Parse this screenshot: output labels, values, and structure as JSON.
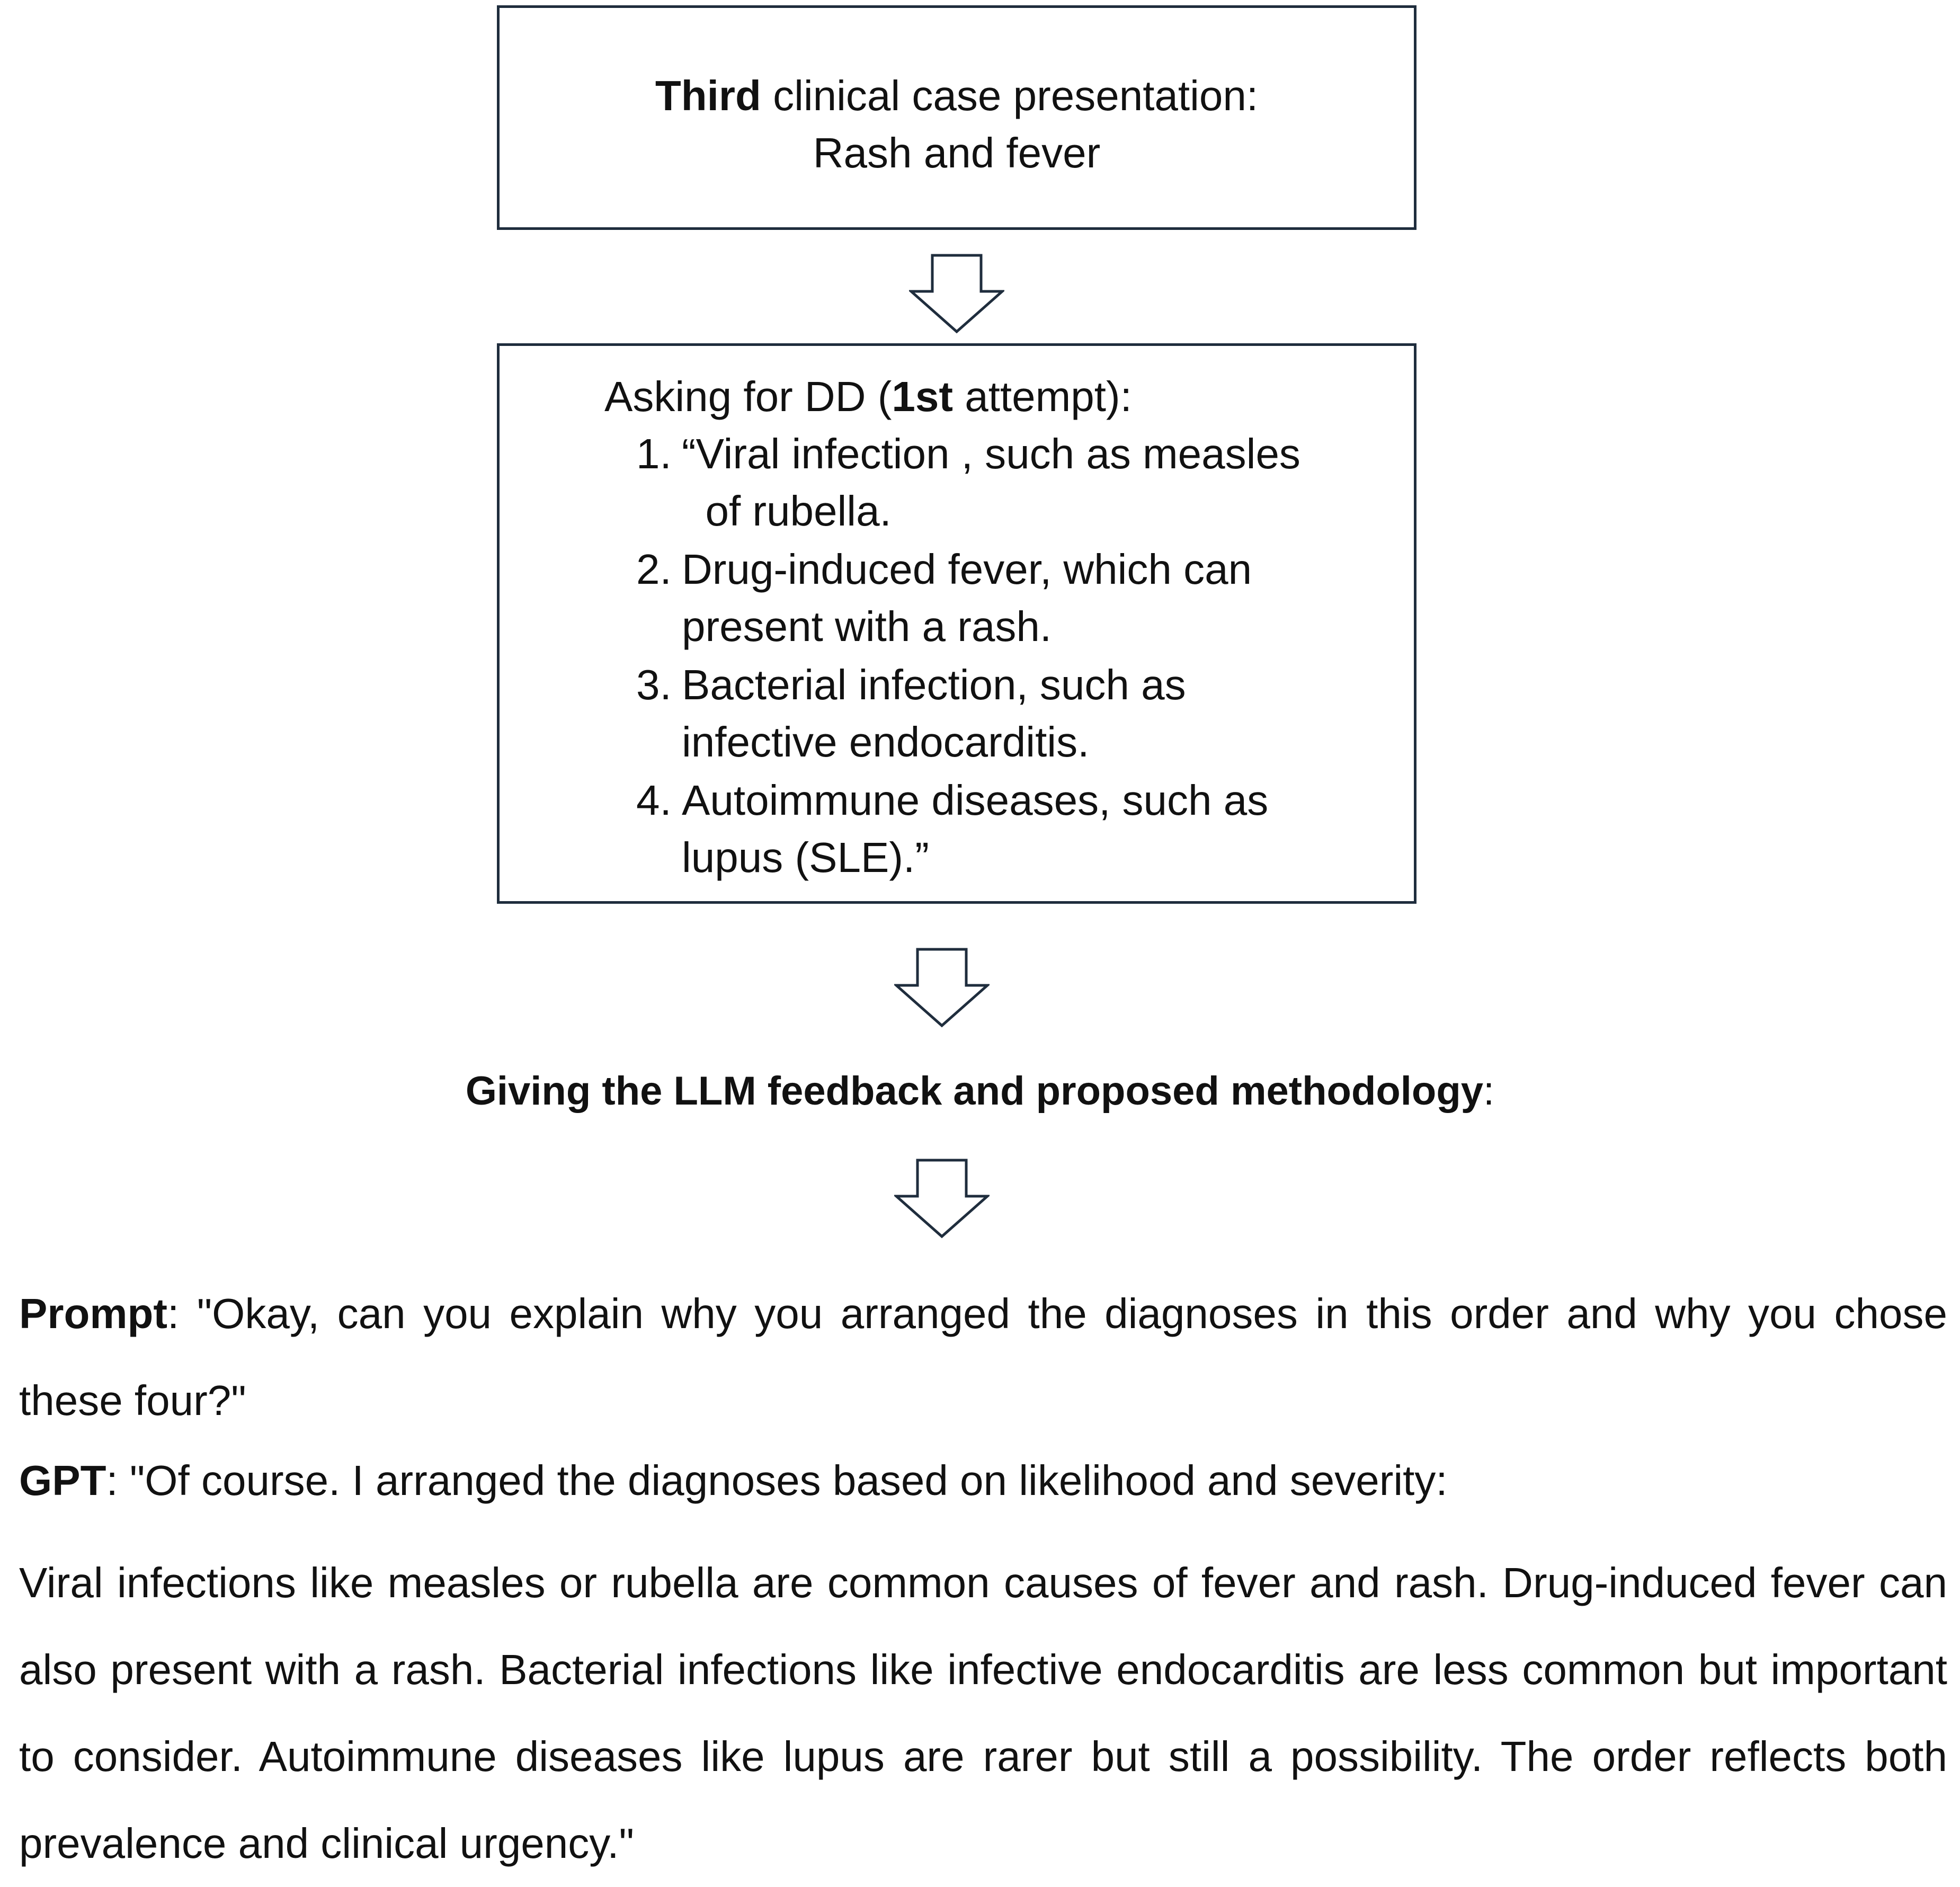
{
  "case_box": {
    "bold_word": "Third",
    "line1_rest": " clinical case presentation:",
    "line2": "Rash and fever"
  },
  "dd_box": {
    "heading_pre": "Asking for DD (",
    "heading_bold": "1st",
    "heading_post": " attempt):",
    "items": [
      {
        "num": "1.",
        "lines": [
          "“Viral infection , such as measles",
          "  of rubella."
        ]
      },
      {
        "num": "2.",
        "lines": [
          "Drug-induced fever, which can",
          "present with a rash."
        ]
      },
      {
        "num": "3.",
        "lines": [
          "Bacterial infection, such as",
          "infective endocarditis."
        ]
      },
      {
        "num": "4.",
        "lines": [
          "Autoimmune diseases, such as",
          "lupus (SLE).”"
        ]
      }
    ]
  },
  "feedback": {
    "bold_text": "Giving the LLM feedback and proposed methodology",
    "suffix": ":"
  },
  "prompt": {
    "label": "Prompt",
    "text": ": \"Okay, can you explain why you arranged the diagnoses in this order and why you chose these four?\""
  },
  "gpt": {
    "label": "GPT",
    "text": ": \"Of course. I arranged the diagnoses based on likelihood and severity:"
  },
  "gpt_body": "Viral infections like measles or rubella are common causes of fever and rash. Drug-induced fever can also present with a rash. Bacterial infections like infective endocarditis are less common but important to consider. Autoimmune diseases like lupus are rarer but still a possibility. The order reflects both prevalence and clinical urgency.\"",
  "colors": {
    "box_border": "#1f2d3d",
    "text": "#111111"
  },
  "icons": [
    "down-arrow-icon",
    "down-arrow-icon",
    "down-arrow-icon"
  ]
}
